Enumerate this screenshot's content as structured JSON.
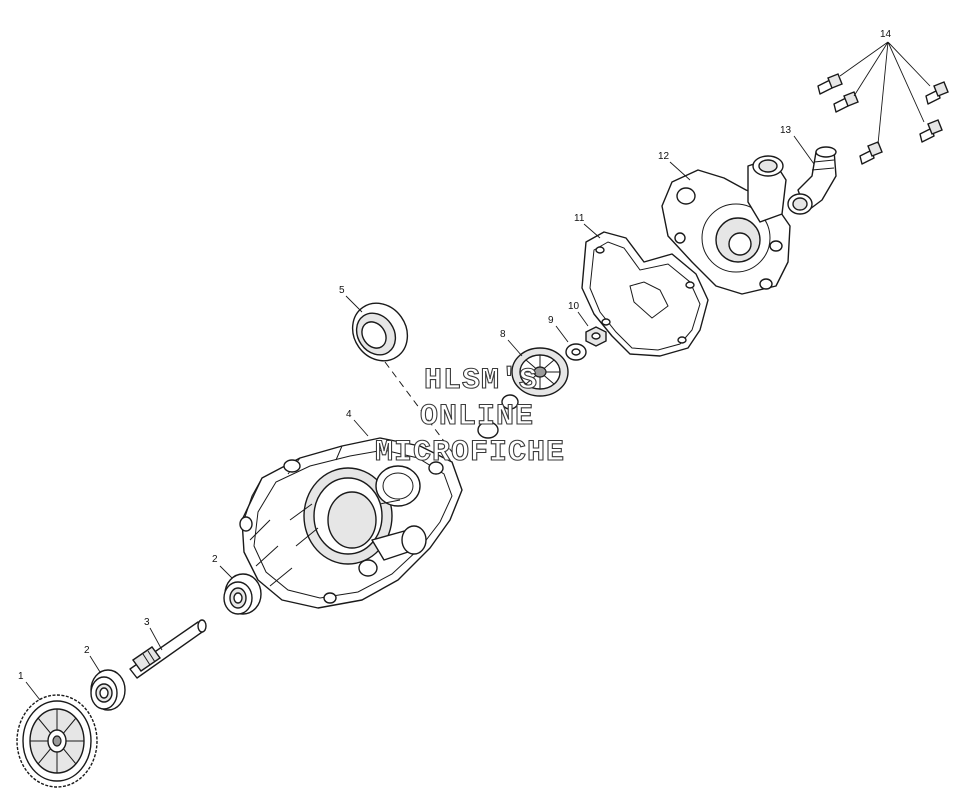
{
  "callouts": [
    {
      "id": "1",
      "label": "1"
    },
    {
      "id": "2a",
      "label": "2"
    },
    {
      "id": "2b",
      "label": "2"
    },
    {
      "id": "3",
      "label": "3"
    },
    {
      "id": "4",
      "label": "4"
    },
    {
      "id": "5",
      "label": "5"
    },
    {
      "id": "8",
      "label": "8"
    },
    {
      "id": "9",
      "label": "9"
    },
    {
      "id": "10",
      "label": "10"
    },
    {
      "id": "11",
      "label": "11"
    },
    {
      "id": "12",
      "label": "12"
    },
    {
      "id": "13",
      "label": "13"
    },
    {
      "id": "14",
      "label": "14"
    }
  ],
  "watermark": {
    "line1": "HLSM'S",
    "line2": "ONLINE",
    "line3": "MICROFICHE"
  }
}
